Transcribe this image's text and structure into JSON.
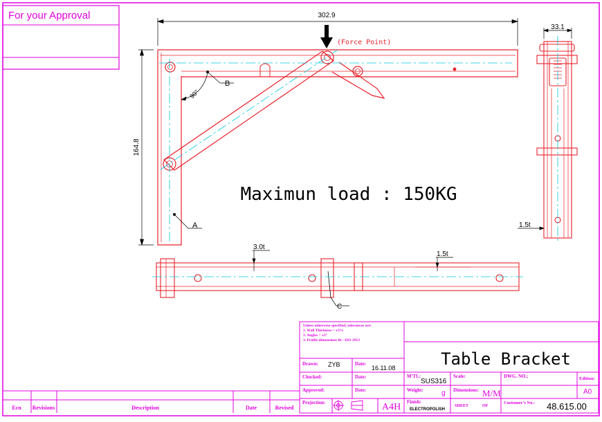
{
  "approval": {
    "label": "For your Approval"
  },
  "dimensions": {
    "overall_width": "302.9",
    "height": "164.8",
    "side_width": "33.1",
    "side_thickness": "1.5t",
    "thickness_main": "3.0t",
    "thickness_arm": "1.5t"
  },
  "callouts": {
    "force_point": "(Force Point)",
    "angle": "90°",
    "a": "A",
    "b": "B",
    "c": "C"
  },
  "load_text": "Maximun load : 150KG",
  "notes": {
    "line1": "Unless otherwise specified;  tolerances are:",
    "line2": "1. Wall Thickness  =  ±5%",
    "line3": "2. Angles   =  ±3°",
    "line4": "3. Profile dimensions fit : ISO 2913"
  },
  "title_block": {
    "title": "Table Bracket",
    "drawn_label": "Drawn:",
    "drawn_value": "ZYB",
    "date_label": "Date:",
    "date_value": "16.11.08",
    "checked_label": "Checked:",
    "checked_date_label": "Date:",
    "approved_label": "Approved:",
    "approved_date_label": "Date:",
    "projection_label": "Projection:",
    "sheet_size": "A4H",
    "mtl_label": "M'TL:",
    "mtl_value": "SUS316",
    "weight_label": "Weight:",
    "weight_value": "g",
    "finish_label": "Finish:",
    "finish_value": "ELECTROPOLISH",
    "scale_label": "Scale:",
    "dims_label": "Dimensions:",
    "dims_value": "M/M",
    "sheet_label": "SHEET",
    "of_label": "OF",
    "dwg_label": "DWG. NO.:",
    "edition_label": "Edition:",
    "edition_value": "A0",
    "customer_label": "Customer's  No.:",
    "customer_value": "48.615.00"
  },
  "revision_table": {
    "headers": [
      "Ecn",
      "Revisions",
      "Description",
      "Date",
      "Revised"
    ]
  },
  "colors": {
    "frame": "#e000e0",
    "part": "#e8202a",
    "center": "#00c8e0",
    "ink": "#000000"
  }
}
